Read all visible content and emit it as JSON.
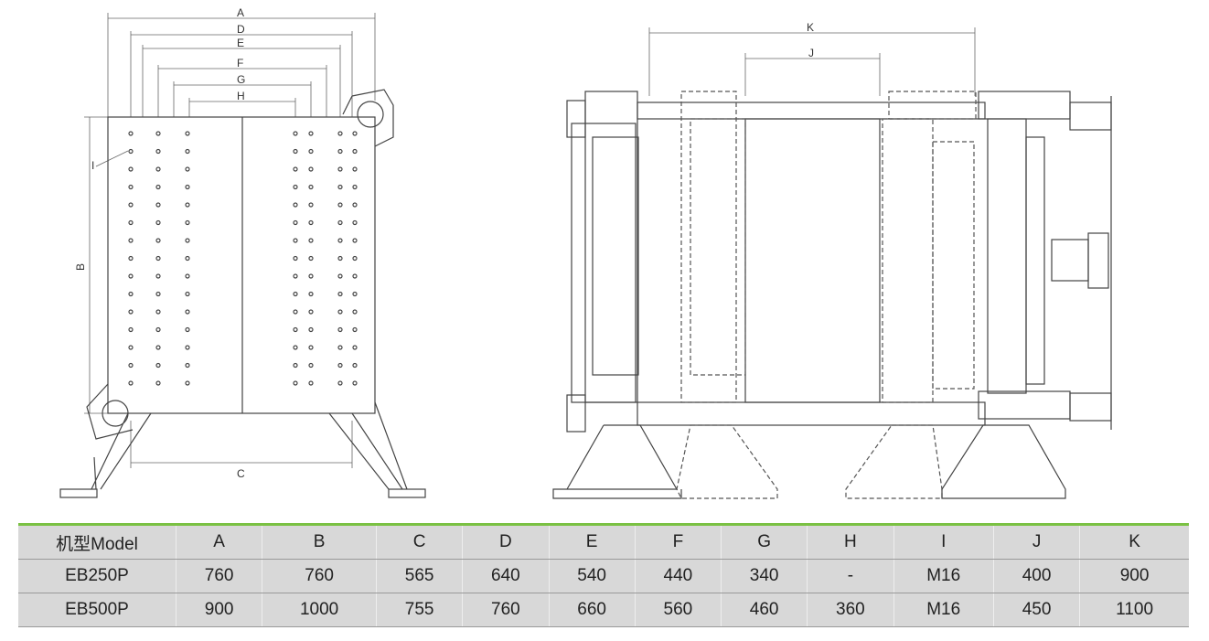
{
  "drawing": {
    "labels": {
      "A": "A",
      "B": "B",
      "C": "C",
      "D": "D",
      "E": "E",
      "F": "F",
      "G": "G",
      "H": "H",
      "I": "I",
      "J": "J",
      "K": "K"
    }
  },
  "table": {
    "headers": [
      "机型Model",
      "A",
      "B",
      "C",
      "D",
      "E",
      "F",
      "G",
      "H",
      "I",
      "J",
      "K"
    ],
    "rows": [
      [
        "EB250P",
        "760",
        "760",
        "565",
        "640",
        "540",
        "440",
        "340",
        "-",
        "M16",
        "400",
        "900"
      ],
      [
        "EB500P",
        "900",
        "1000",
        "755",
        "760",
        "660",
        "560",
        "460",
        "360",
        "M16",
        "450",
        "1100"
      ]
    ],
    "accent": "#7ac143"
  }
}
